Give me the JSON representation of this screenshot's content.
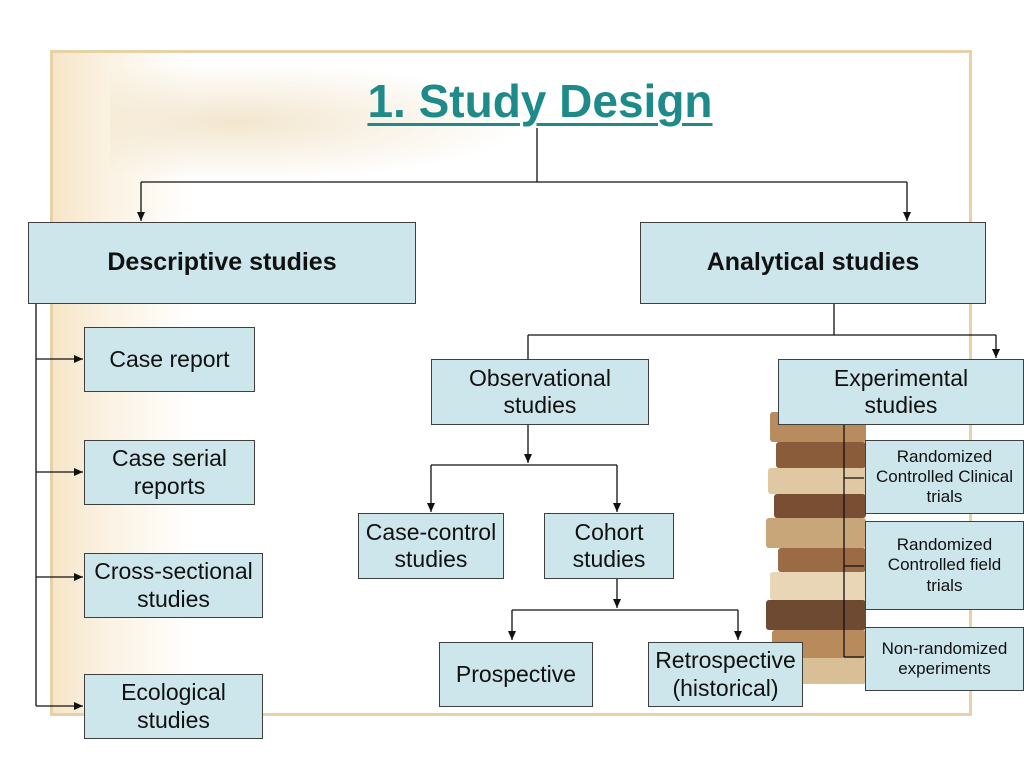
{
  "title": "1. Study Design",
  "categories": {
    "descriptive": "Descriptive  studies",
    "analytical": "Analytical studies"
  },
  "descriptive_types": {
    "case_report": "Case report",
    "case_serial": "Case serial\nreports",
    "cross_sectional": "Cross-sectional\nstudies",
    "ecological": "Ecological\nstudies"
  },
  "analytical_types": {
    "observational": "Observational\nstudies",
    "experimental": "Experimental\nstudies"
  },
  "observational_types": {
    "case_control": "Case-control\nstudies",
    "cohort": "Cohort\nstudies"
  },
  "cohort_types": {
    "prospective": "Prospective",
    "retrospective": "Retrospective\n(historical)"
  },
  "experimental_types": {
    "rct_clinical": "Randomized\nControlled Clinical\ntrials",
    "rct_field": "Randomized\nControlled field\ntrials",
    "non_randomized": "Non-randomized\nexperiments"
  }
}
